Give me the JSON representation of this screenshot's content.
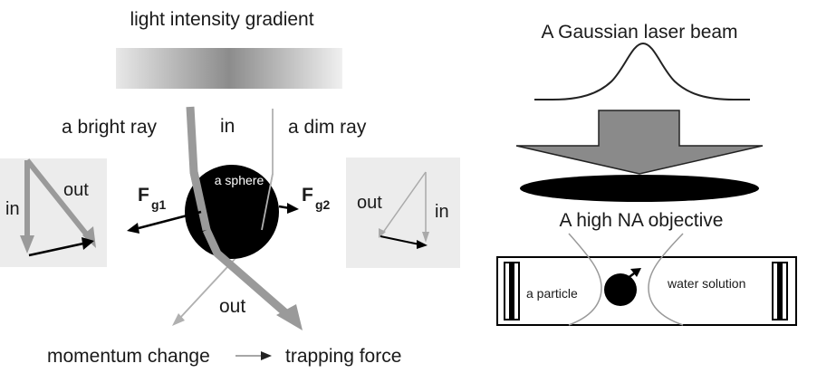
{
  "left_panel": {
    "gradient_title": "light intensity gradient",
    "bright_ray_label": "a bright ray",
    "in_label": "in",
    "dim_ray_label": "a dim ray",
    "sphere_label": "a sphere",
    "force1_main": "F",
    "force1_sub": "g1",
    "force2_main": "F",
    "force2_sub": "g2",
    "out_label": "out",
    "left_box": {
      "in_label": "in",
      "out_label": "out"
    },
    "right_box": {
      "in_label": "in",
      "out_label": "out"
    },
    "bottom_left": "momentum change",
    "bottom_right": "trapping force"
  },
  "right_panel": {
    "beam_title": "A Gaussian laser beam",
    "objective_label": "A high NA objective",
    "particle_label": "a particle",
    "solution_label": "water solution"
  },
  "colors": {
    "bright_ray": "#9a9a9a",
    "dim_ray": "#b0b0b0",
    "sphere": "#000000",
    "inset_bg": "#ececec",
    "arrow_dark": "#000000"
  }
}
